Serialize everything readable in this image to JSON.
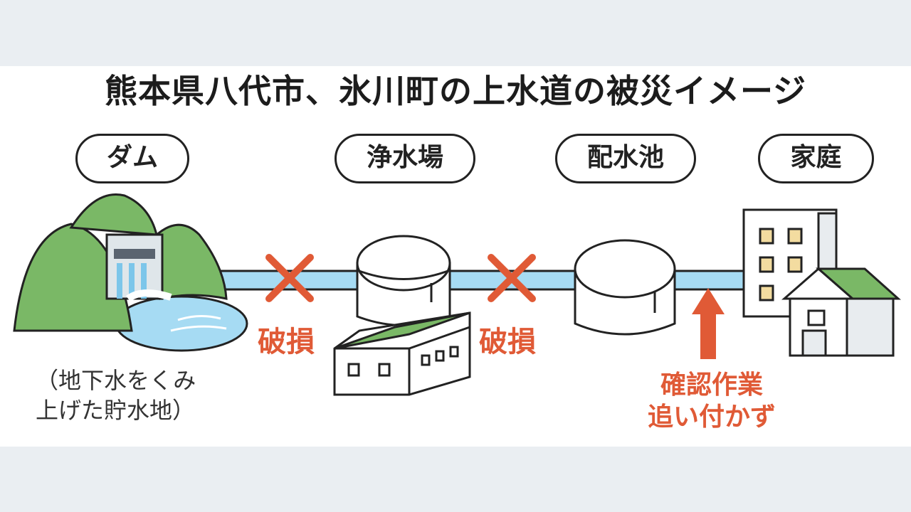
{
  "title": "熊本県八代市、氷川町の上水道の被災イメージ",
  "stages": {
    "dam": "ダム",
    "purification_plant": "浄水場",
    "distribution_reservoir": "配水池",
    "home": "家庭"
  },
  "damage_label": "破損",
  "dam_caption": {
    "line1": "（地下水をくみ",
    "line2": "上げた貯水地）"
  },
  "inspection_note": {
    "line1": "確認作業",
    "line2": "追い付かず"
  },
  "colors": {
    "background": "#eaeef2",
    "pipe": "#a6dbf3",
    "mountain": "#7ab866",
    "damage": "#e05a36",
    "roof": "#7ab866"
  }
}
